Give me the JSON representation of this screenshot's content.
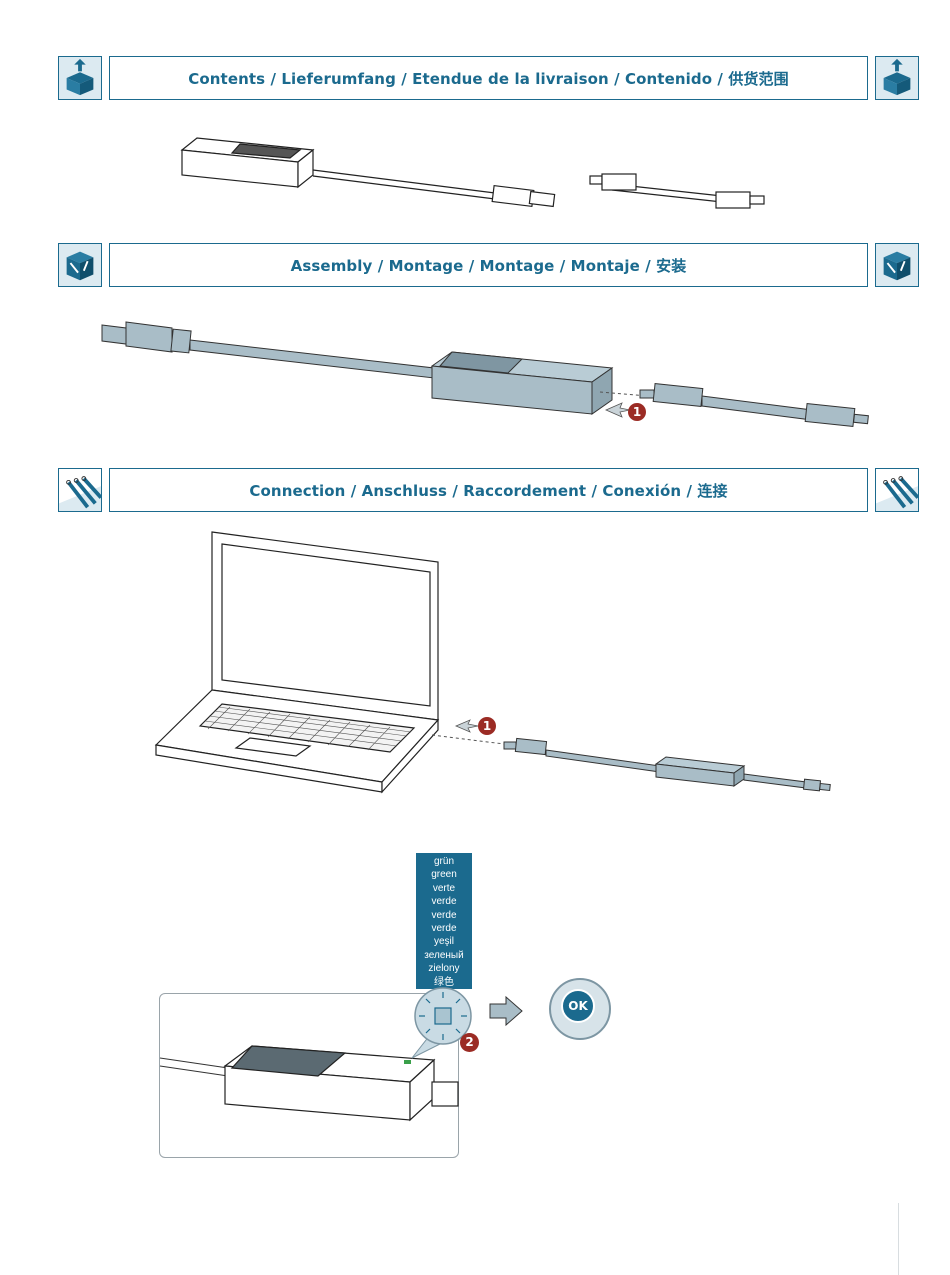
{
  "sections": {
    "contents": {
      "title": "Contents / Lieferumfang / Etendue de la livraison / Contenido / 供货范围",
      "icon": "delivery-box-icon"
    },
    "assembly": {
      "title": "Assembly / Montage / Montage / Montaje / 安装",
      "icon": "assembly-box-icon"
    },
    "connection": {
      "title": "Connection / Anschluss / Raccordement / Conexión / 连接",
      "icon": "plug-connection-icon"
    }
  },
  "steps": {
    "assembly_step": "1",
    "connection_step": "1",
    "led_step": "2"
  },
  "led_colors": [
    "grün",
    "green",
    "verte",
    "verde",
    "verde",
    "verde",
    "yeşil",
    "зеленый",
    "zielony",
    "绿色"
  ],
  "ok_label": "OK",
  "colors": {
    "accent": "#1b6a8e",
    "device_fill": "#a9bdc7",
    "step_marker": "#9b2b24",
    "led": "#3aa04a"
  }
}
